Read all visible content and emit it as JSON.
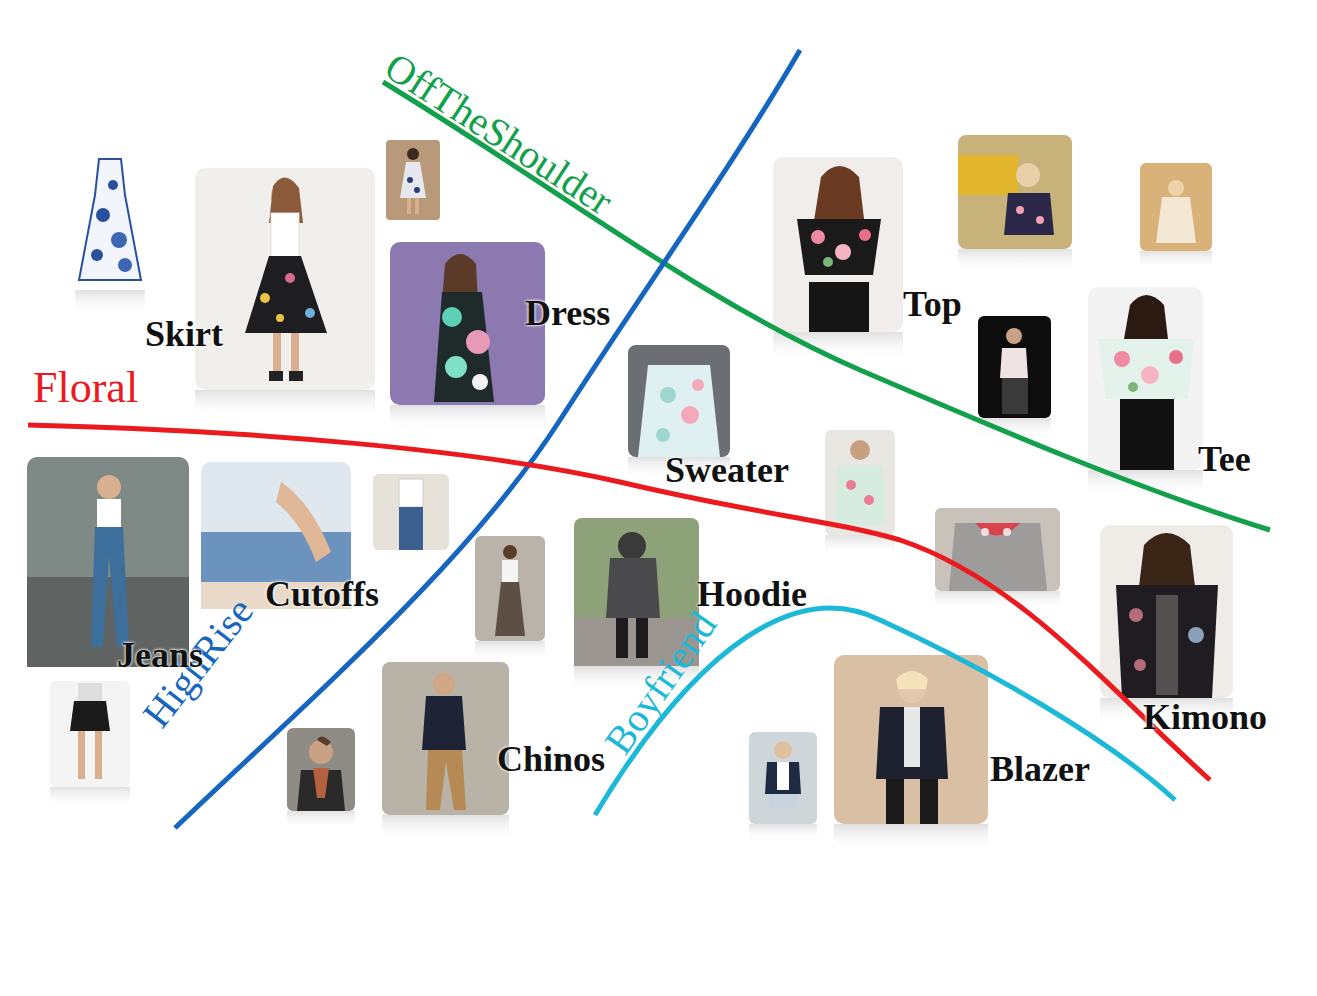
{
  "diagram": {
    "labels": [
      "OffTheShoulder",
      "Floral",
      "HighRise",
      "Boyfriend",
      "Skirt",
      "Dress",
      "Top",
      "Tee",
      "Sweater",
      "Hoodie",
      "Kimono",
      "Cutoffs",
      "Jeans",
      "Chinos",
      "Blazer"
    ]
  }
}
